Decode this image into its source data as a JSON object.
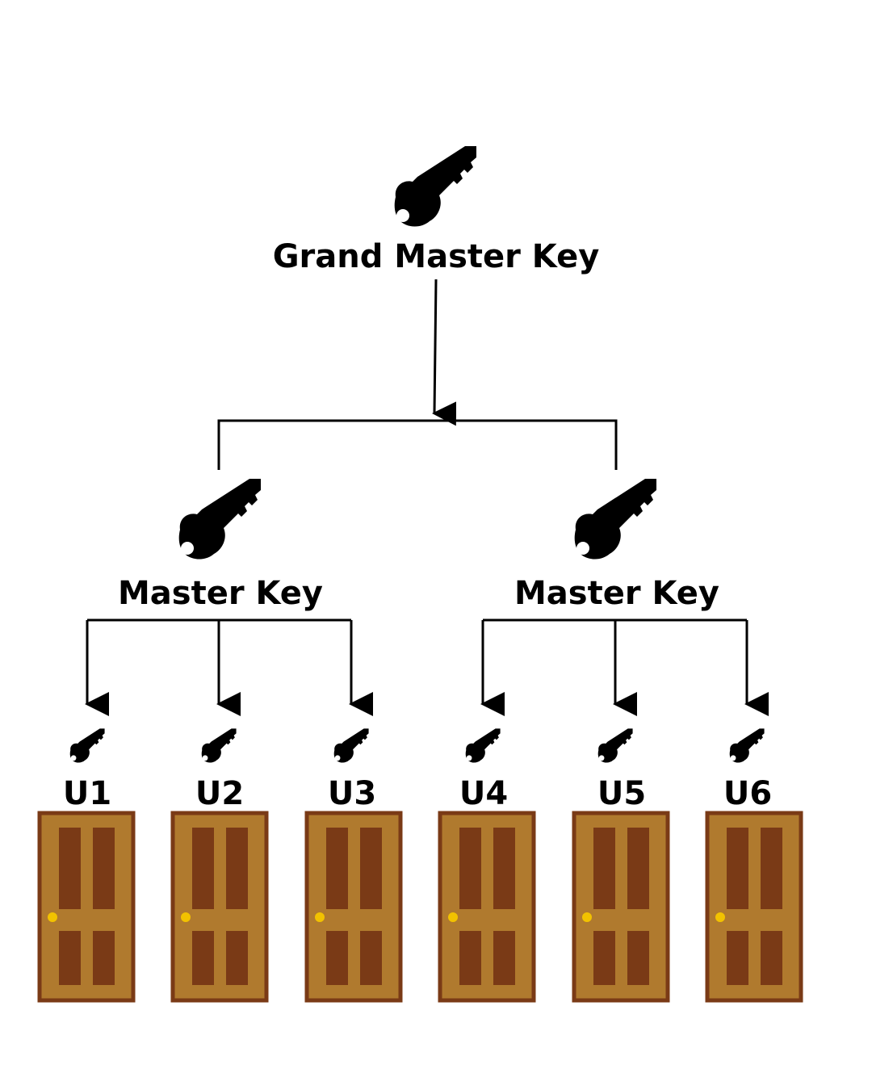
{
  "colors": {
    "ink": "#000000",
    "door_frame": "#7a3a16",
    "door_body": "#b07a2e",
    "door_panel": "#7a3a16",
    "door_knob": "#f2c200",
    "background": "#ffffff"
  },
  "grand_master": {
    "label": "Grand Master Key",
    "icon": "key-icon"
  },
  "masters": [
    {
      "label": "Master Key",
      "icon": "key-icon",
      "units": [
        {
          "label": "U1",
          "icon": "key-icon",
          "door_icon": "door-icon"
        },
        {
          "label": "U2",
          "icon": "key-icon",
          "door_icon": "door-icon"
        },
        {
          "label": "U3",
          "icon": "key-icon",
          "door_icon": "door-icon"
        }
      ]
    },
    {
      "label": "Master Key",
      "icon": "key-icon",
      "units": [
        {
          "label": "U4",
          "icon": "key-icon",
          "door_icon": "door-icon"
        },
        {
          "label": "U5",
          "icon": "key-icon",
          "door_icon": "door-icon"
        },
        {
          "label": "U6",
          "icon": "key-icon",
          "door_icon": "door-icon"
        }
      ]
    }
  ]
}
